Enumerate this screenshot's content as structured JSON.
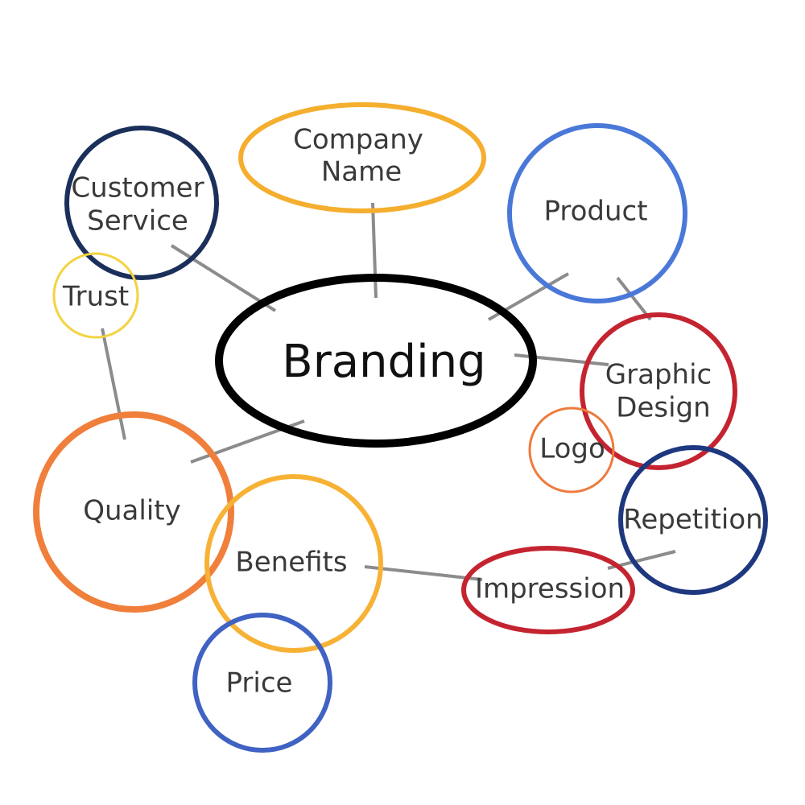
{
  "diagram": {
    "central": {
      "label": "Branding",
      "color": "#000000"
    },
    "nodes": {
      "customer_service": {
        "lines": [
          "Customer",
          "Service"
        ],
        "color": "#1b2f5b"
      },
      "company_name": {
        "lines": [
          "Company",
          "Name"
        ],
        "color": "#f5ae2e"
      },
      "product": {
        "lines": [
          "Product"
        ],
        "color": "#4a78d8"
      },
      "trust": {
        "lines": [
          "Trust"
        ],
        "color": "#f3d33f"
      },
      "graphic_design": {
        "lines": [
          "Graphic",
          "Design"
        ],
        "color": "#c42430"
      },
      "logo": {
        "lines": [
          "Logo"
        ],
        "color": "#ee7b3c"
      },
      "repetition": {
        "lines": [
          "Repetition"
        ],
        "color": "#1e3880"
      },
      "quality": {
        "lines": [
          "Quality"
        ],
        "color": "#f07f3c"
      },
      "benefits": {
        "lines": [
          "Benefits"
        ],
        "color": "#f7b236"
      },
      "impression": {
        "lines": [
          "Impression"
        ],
        "color": "#c42430"
      },
      "price": {
        "lines": [
          "Price"
        ],
        "color": "#3f62c3"
      }
    },
    "connector_color": "#8c8c8c"
  }
}
